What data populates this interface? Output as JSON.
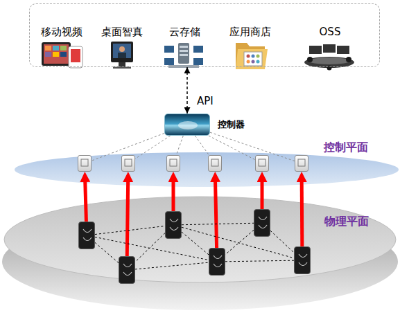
{
  "diagram": {
    "nodes": [
      {
        "text": []
      },
      {
        "text": [
          "移动视频"
        ],
        "in": 0
      },
      {
        "text": [
          "桌面智真"
        ],
        "in": 0
      },
      {
        "text": [
          "云存储"
        ],
        "in": 0
      },
      {
        "text": [
          "应用商店"
        ],
        "in": 0
      },
      {
        "text": [
          "OSS"
        ],
        "in": 0
      },
      {
        "text": [
          "控制器"
        ]
      },
      {
        "text": [
          "控制平面"
        ]
      },
      {
        "text": [],
        "in": 7
      },
      {
        "text": [],
        "in": 7
      },
      {
        "text": [],
        "in": 7
      },
      {
        "text": [],
        "in": 7
      },
      {
        "text": [],
        "in": 7
      },
      {
        "text": [],
        "in": 7
      },
      {
        "text": [
          "物理平面"
        ]
      },
      {
        "text": [],
        "in": 14
      },
      {
        "text": [],
        "in": 14
      },
      {
        "text": [],
        "in": 14
      },
      {
        "text": [],
        "in": 14
      },
      {
        "text": [],
        "in": 14
      },
      {
        "text": [],
        "in": 14
      }
    ],
    "edges": [
      {
        "from": 0,
        "to": 6,
        "label": "API",
        "arrow": "both"
      },
      {
        "from": 6,
        "to": 8,
        "arrow": "none"
      },
      {
        "from": 6,
        "to": 9,
        "arrow": "none"
      },
      {
        "from": 6,
        "to": 10,
        "arrow": "none"
      },
      {
        "from": 6,
        "to": 11,
        "arrow": "none"
      },
      {
        "from": 6,
        "to": 12,
        "arrow": "none"
      },
      {
        "from": 6,
        "to": 13,
        "arrow": "none"
      },
      {
        "from": 15,
        "to": 8,
        "arrow": "to"
      },
      {
        "from": 18,
        "to": 9,
        "arrow": "to"
      },
      {
        "from": 16,
        "to": 10,
        "arrow": "to"
      },
      {
        "from": 19,
        "to": 11,
        "arrow": "to"
      },
      {
        "from": 17,
        "to": 12,
        "arrow": "to"
      },
      {
        "from": 20,
        "to": 13,
        "arrow": "to"
      },
      {
        "from": 15,
        "to": 16,
        "arrow": "none"
      },
      {
        "from": 15,
        "to": 18,
        "arrow": "none"
      },
      {
        "from": 15,
        "to": 19,
        "arrow": "none"
      },
      {
        "from": 16,
        "to": 17,
        "arrow": "none"
      },
      {
        "from": 16,
        "to": 18,
        "arrow": "none"
      },
      {
        "from": 16,
        "to": 19,
        "arrow": "none"
      },
      {
        "from": 16,
        "to": 20,
        "arrow": "none"
      },
      {
        "from": 17,
        "to": 19,
        "arrow": "none"
      },
      {
        "from": 17,
        "to": 20,
        "arrow": "none"
      },
      {
        "from": 18,
        "to": 19,
        "arrow": "none"
      },
      {
        "from": 19,
        "to": 20,
        "arrow": "none"
      }
    ]
  }
}
